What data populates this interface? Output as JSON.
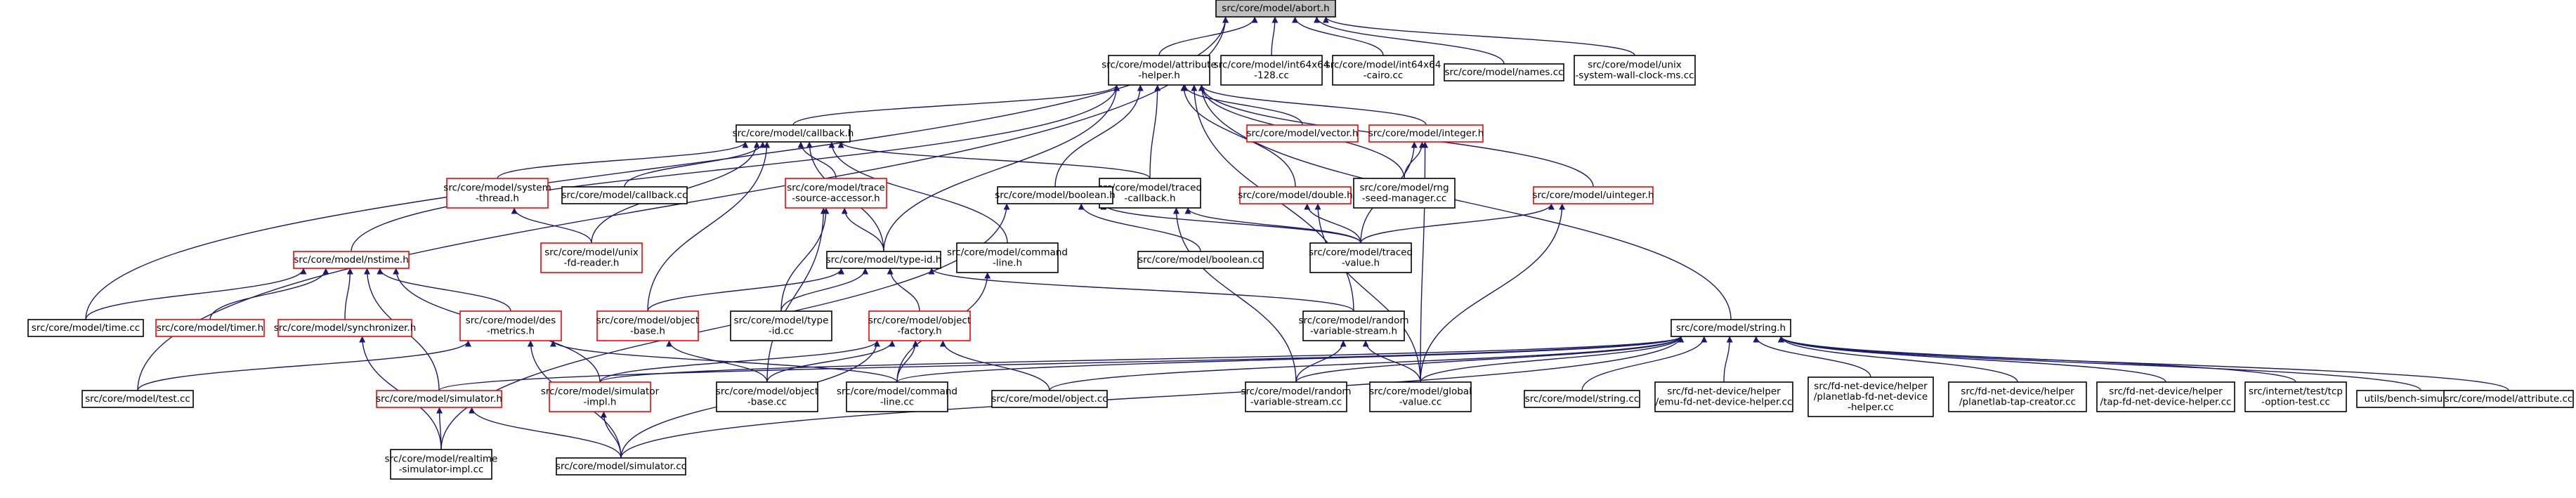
{
  "graph": {
    "nodes": [
      {
        "id": "abort",
        "lines": [
          "src/core/model/abort.h"
        ],
        "style": "focus"
      },
      {
        "id": "attribute_helper",
        "lines": [
          "src/core/model/attribute",
          "-helper.h"
        ],
        "style": "normal"
      },
      {
        "id": "int64x64_128",
        "lines": [
          "src/core/model/int64x64",
          "-128.cc"
        ],
        "style": "normal"
      },
      {
        "id": "int64x64_cairo",
        "lines": [
          "src/core/model/int64x64",
          "-cairo.cc"
        ],
        "style": "normal"
      },
      {
        "id": "names_cc",
        "lines": [
          "src/core/model/names.cc"
        ],
        "style": "normal"
      },
      {
        "id": "unix_wall",
        "lines": [
          "src/core/model/unix",
          "-system-wall-clock-ms.cc"
        ],
        "style": "normal"
      },
      {
        "id": "callback_h",
        "lines": [
          "src/core/model/callback.h"
        ],
        "style": "normal"
      },
      {
        "id": "vector_h",
        "lines": [
          "src/core/model/vector.h"
        ],
        "style": "red"
      },
      {
        "id": "integer_h",
        "lines": [
          "src/core/model/integer.h"
        ],
        "style": "red"
      },
      {
        "id": "system_thread",
        "lines": [
          "src/core/model/system",
          "-thread.h"
        ],
        "style": "red"
      },
      {
        "id": "callback_cc",
        "lines": [
          "src/core/model/callback.cc"
        ],
        "style": "normal"
      },
      {
        "id": "trace_source",
        "lines": [
          "src/core/model/trace",
          "-source-accessor.h"
        ],
        "style": "red"
      },
      {
        "id": "traced_callback",
        "lines": [
          "src/core/model/traced",
          "-callback.h"
        ],
        "style": "normal"
      },
      {
        "id": "rng_seed",
        "lines": [
          "src/core/model/rng",
          "-seed-manager.cc"
        ],
        "style": "normal"
      },
      {
        "id": "boolean_h",
        "lines": [
          "src/core/model/boolean.h"
        ],
        "style": "normal"
      },
      {
        "id": "double_h",
        "lines": [
          "src/core/model/double.h"
        ],
        "style": "red"
      },
      {
        "id": "uinteger_h",
        "lines": [
          "src/core/model/uinteger.h"
        ],
        "style": "red"
      },
      {
        "id": "nstime_h",
        "lines": [
          "src/core/model/nstime.h"
        ],
        "style": "red"
      },
      {
        "id": "unix_fd",
        "lines": [
          "src/core/model/unix",
          "-fd-reader.h"
        ],
        "style": "red"
      },
      {
        "id": "type_id_h",
        "lines": [
          "src/core/model/type-id.h"
        ],
        "style": "normal"
      },
      {
        "id": "command_line_h",
        "lines": [
          "src/core/model/command",
          "-line.h"
        ],
        "style": "normal"
      },
      {
        "id": "boolean_cc",
        "lines": [
          "src/core/model/boolean.cc"
        ],
        "style": "normal"
      },
      {
        "id": "traced_value",
        "lines": [
          "src/core/model/traced",
          "-value.h"
        ],
        "style": "normal"
      },
      {
        "id": "time_cc",
        "lines": [
          "src/core/model/time.cc"
        ],
        "style": "normal"
      },
      {
        "id": "timer_h",
        "lines": [
          "src/core/model/timer.h"
        ],
        "style": "red"
      },
      {
        "id": "synchronizer_h",
        "lines": [
          "src/core/model/synchronizer.h"
        ],
        "style": "red"
      },
      {
        "id": "des_metrics",
        "lines": [
          "src/core/model/des",
          "-metrics.h"
        ],
        "style": "red"
      },
      {
        "id": "object_base_h",
        "lines": [
          "src/core/model/object",
          "-base.h"
        ],
        "style": "red"
      },
      {
        "id": "type_id_cc",
        "lines": [
          "src/core/model/type",
          "-id.cc"
        ],
        "style": "normal"
      },
      {
        "id": "object_factory",
        "lines": [
          "src/core/model/object",
          "-factory.h"
        ],
        "style": "red"
      },
      {
        "id": "random_var_h",
        "lines": [
          "src/core/model/random",
          "-variable-stream.h"
        ],
        "style": "normal"
      },
      {
        "id": "string_h",
        "lines": [
          "src/core/model/string.h"
        ],
        "style": "normal"
      },
      {
        "id": "test_cc",
        "lines": [
          "src/core/model/test.cc"
        ],
        "style": "normal"
      },
      {
        "id": "simulator_h",
        "lines": [
          "src/core/model/simulator.h"
        ],
        "style": "red"
      },
      {
        "id": "simulator_impl",
        "lines": [
          "src/core/model/simulator",
          "-impl.h"
        ],
        "style": "red"
      },
      {
        "id": "object_base_cc",
        "lines": [
          "src/core/model/object",
          "-base.cc"
        ],
        "style": "normal"
      },
      {
        "id": "command_line_cc",
        "lines": [
          "src/core/model/command",
          "-line.cc"
        ],
        "style": "normal"
      },
      {
        "id": "object_cc",
        "lines": [
          "src/core/model/object.cc"
        ],
        "style": "normal"
      },
      {
        "id": "random_var_cc",
        "lines": [
          "src/core/model/random",
          "-variable-stream.cc"
        ],
        "style": "normal"
      },
      {
        "id": "global_value",
        "lines": [
          "src/core/model/global",
          "-value.cc"
        ],
        "style": "normal"
      },
      {
        "id": "string_cc",
        "lines": [
          "src/core/model/string.cc"
        ],
        "style": "normal"
      },
      {
        "id": "emu_fd",
        "lines": [
          "src/fd-net-device/helper",
          "/emu-fd-net-device-helper.cc"
        ],
        "style": "normal"
      },
      {
        "id": "planetlab_fd",
        "lines": [
          "src/fd-net-device/helper",
          "/planetlab-fd-net-device",
          "-helper.cc"
        ],
        "style": "normal"
      },
      {
        "id": "planetlab_tap",
        "lines": [
          "src/fd-net-device/helper",
          "/planetlab-tap-creator.cc"
        ],
        "style": "normal"
      },
      {
        "id": "tap_fd",
        "lines": [
          "src/fd-net-device/helper",
          "/tap-fd-net-device-helper.cc"
        ],
        "style": "normal"
      },
      {
        "id": "tcp_option_test",
        "lines": [
          "src/internet/test/tcp",
          "-option-test.cc"
        ],
        "style": "normal"
      },
      {
        "id": "bench_sim",
        "lines": [
          "utils/bench-simulator.cc"
        ],
        "style": "normal"
      },
      {
        "id": "attribute_cc",
        "lines": [
          "src/core/model/attribute.cc"
        ],
        "style": "normal"
      },
      {
        "id": "realtime_sim",
        "lines": [
          "src/core/model/realtime",
          "-simulator-impl.cc"
        ],
        "style": "normal"
      },
      {
        "id": "simulator_cc",
        "lines": [
          "src/core/model/simulator.cc"
        ],
        "style": "normal"
      }
    ],
    "edges": [
      [
        "attribute_helper",
        "abort"
      ],
      [
        "int64x64_128",
        "abort"
      ],
      [
        "int64x64_cairo",
        "abort"
      ],
      [
        "names_cc",
        "abort"
      ],
      [
        "unix_wall",
        "abort"
      ],
      [
        "time_cc",
        "abort"
      ],
      [
        "test_cc",
        "abort"
      ],
      [
        "callback_h",
        "attribute_helper"
      ],
      [
        "vector_h",
        "attribute_helper"
      ],
      [
        "integer_h",
        "attribute_helper"
      ],
      [
        "boolean_h",
        "attribute_helper"
      ],
      [
        "double_h",
        "attribute_helper"
      ],
      [
        "uinteger_h",
        "attribute_helper"
      ],
      [
        "nstime_h",
        "attribute_helper"
      ],
      [
        "type_id_h",
        "attribute_helper"
      ],
      [
        "traced_callback",
        "attribute_helper"
      ],
      [
        "rng_seed",
        "attribute_helper"
      ],
      [
        "string_h",
        "attribute_helper"
      ],
      [
        "random_var_h",
        "attribute_helper"
      ],
      [
        "system_thread",
        "callback_h"
      ],
      [
        "callback_cc",
        "callback_h"
      ],
      [
        "trace_source",
        "callback_h"
      ],
      [
        "traced_callback",
        "callback_h"
      ],
      [
        "unix_fd",
        "callback_h"
      ],
      [
        "type_id_h",
        "callback_h"
      ],
      [
        "command_line_h",
        "callback_h"
      ],
      [
        "object_base_h",
        "callback_h"
      ],
      [
        "unix_fd",
        "system_thread"
      ],
      [
        "type_id_h",
        "trace_source"
      ],
      [
        "type_id_cc",
        "trace_source"
      ],
      [
        "object_base_cc",
        "trace_source"
      ],
      [
        "traced_value",
        "traced_callback"
      ],
      [
        "random_var_cc",
        "traced_callback"
      ],
      [
        "rng_seed",
        "integer_h"
      ],
      [
        "traced_value",
        "integer_h"
      ],
      [
        "global_value",
        "integer_h"
      ],
      [
        "boolean_cc",
        "boolean_h"
      ],
      [
        "traced_value",
        "boolean_h"
      ],
      [
        "realtime_sim",
        "boolean_h"
      ],
      [
        "traced_value",
        "double_h"
      ],
      [
        "global_value",
        "double_h"
      ],
      [
        "traced_value",
        "uinteger_h"
      ],
      [
        "global_value",
        "uinteger_h"
      ],
      [
        "time_cc",
        "nstime_h"
      ],
      [
        "timer_h",
        "nstime_h"
      ],
      [
        "synchronizer_h",
        "nstime_h"
      ],
      [
        "des_metrics",
        "nstime_h"
      ],
      [
        "simulator_h",
        "nstime_h"
      ],
      [
        "simulator_impl",
        "nstime_h"
      ],
      [
        "object_base_h",
        "type_id_h"
      ],
      [
        "type_id_cc",
        "type_id_h"
      ],
      [
        "object_factory",
        "type_id_h"
      ],
      [
        "random_var_h",
        "type_id_h"
      ],
      [
        "command_line_cc",
        "command_line_h"
      ],
      [
        "object_base_cc",
        "object_base_h"
      ],
      [
        "test_cc",
        "des_metrics"
      ],
      [
        "simulator_cc",
        "des_metrics"
      ],
      [
        "command_line_cc",
        "des_metrics"
      ],
      [
        "realtime_sim",
        "synchronizer_h"
      ],
      [
        "object_cc",
        "object_factory"
      ],
      [
        "object_base_cc",
        "object_factory"
      ],
      [
        "simulator_impl",
        "object_factory"
      ],
      [
        "command_line_cc",
        "object_factory"
      ],
      [
        "simulator_cc",
        "object_factory"
      ],
      [
        "random_var_cc",
        "random_var_h"
      ],
      [
        "global_value",
        "random_var_h"
      ],
      [
        "simulator_h",
        "string_h"
      ],
      [
        "simulator_impl",
        "string_h"
      ],
      [
        "command_line_cc",
        "string_h"
      ],
      [
        "object_cc",
        "string_h"
      ],
      [
        "random_var_cc",
        "string_h"
      ],
      [
        "global_value",
        "string_h"
      ],
      [
        "string_cc",
        "string_h"
      ],
      [
        "emu_fd",
        "string_h"
      ],
      [
        "planetlab_fd",
        "string_h"
      ],
      [
        "planetlab_tap",
        "string_h"
      ],
      [
        "tap_fd",
        "string_h"
      ],
      [
        "tcp_option_test",
        "string_h"
      ],
      [
        "bench_sim",
        "string_h"
      ],
      [
        "attribute_cc",
        "string_h"
      ],
      [
        "simulator_cc",
        "string_h"
      ],
      [
        "realtime_sim",
        "simulator_h"
      ],
      [
        "simulator_cc",
        "simulator_h"
      ],
      [
        "simulator_cc",
        "simulator_impl"
      ]
    ]
  },
  "colors": {
    "edge": "#191970",
    "focus_fill": "#bfbfbf",
    "normal_border": "#000000",
    "red_border": "#ff0000",
    "text": "#000000"
  }
}
